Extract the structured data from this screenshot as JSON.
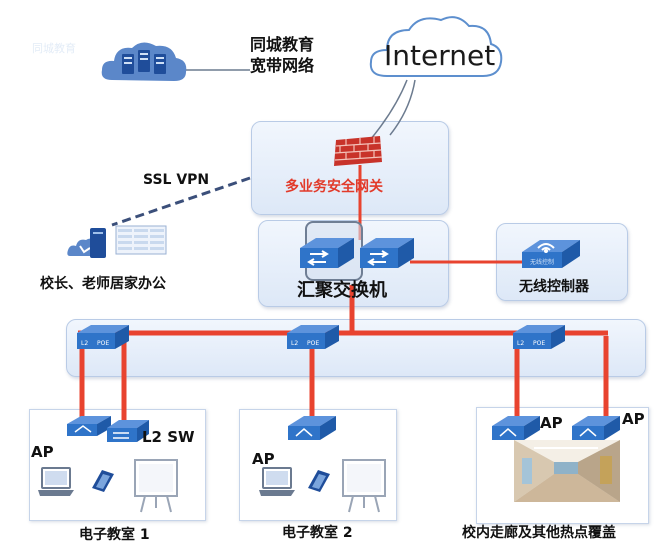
{
  "labels": {
    "edu_network": "同城教育\n宽带网络",
    "internet": "Internet",
    "ssl_vpn": "SSL VPN",
    "gateway": "多业务安全网关",
    "home_office": "校长、老师居家办公",
    "agg_switch": "汇聚交换机",
    "wireless_ctrl": "无线控制器",
    "ap_room1": "AP",
    "l2sw_room1": "L2 SW",
    "ap_room2": "AP",
    "ap_corridor_1": "AP",
    "ap_corridor_2": "AP",
    "room1": "电子教室 1",
    "room2": "电子教室 2",
    "corridor": "校内走廊及其他热点覆盖",
    "poe_switch_tags": [
      "L2",
      "POE"
    ],
    "wireless_tag": "无线控制",
    "ghost_text": "同城教育"
  },
  "colors": {
    "link_red": "#e8432f",
    "vpn_dashed": "#3b4f7a",
    "device_blue": "#2f74c9",
    "panel_border": "#b9cbe6",
    "gateway_red": "#e23a2a"
  }
}
